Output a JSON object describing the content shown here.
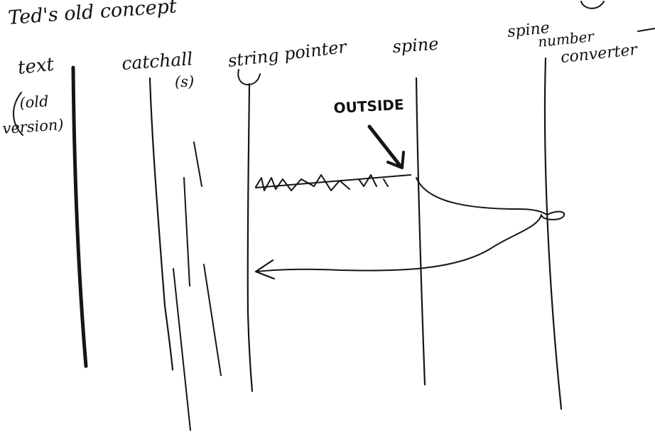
{
  "title": "Ted's old concept",
  "lanes": [
    {
      "id": "text",
      "lines": [
        "text",
        "(old",
        "version)"
      ]
    },
    {
      "id": "catchall",
      "lines": [
        "catchall",
        "(s)"
      ]
    },
    {
      "id": "string-pointer",
      "lines": [
        "string pointer"
      ]
    },
    {
      "id": "spine",
      "lines": [
        "spine"
      ]
    },
    {
      "id": "spine-number-converter",
      "lines": [
        "spine",
        "number",
        "converter"
      ]
    }
  ],
  "annotations": {
    "outside": "OUTSIDE"
  },
  "colors": {
    "ink": "#151515",
    "paper": "#ffffff"
  }
}
